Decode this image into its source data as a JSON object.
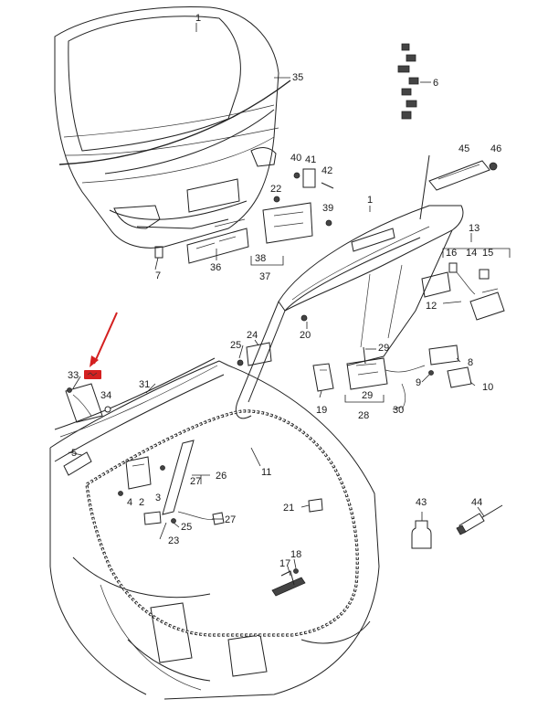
{
  "diagram": {
    "part_labels": [
      {
        "id": "p1a",
        "text": "1"
      },
      {
        "id": "p35",
        "text": "35"
      },
      {
        "id": "p6",
        "text": "6"
      },
      {
        "id": "p40",
        "text": "40"
      },
      {
        "id": "p41",
        "text": "41"
      },
      {
        "id": "p42",
        "text": "42"
      },
      {
        "id": "p45",
        "text": "45"
      },
      {
        "id": "p46",
        "text": "46"
      },
      {
        "id": "p22",
        "text": "22"
      },
      {
        "id": "p39",
        "text": "39"
      },
      {
        "id": "p1b",
        "text": "1"
      },
      {
        "id": "p13",
        "text": "13"
      },
      {
        "id": "p38",
        "text": "38"
      },
      {
        "id": "p36",
        "text": "36"
      },
      {
        "id": "p37",
        "text": "37"
      },
      {
        "id": "p7",
        "text": "7"
      },
      {
        "id": "p16",
        "text": "16"
      },
      {
        "id": "p14",
        "text": "14"
      },
      {
        "id": "p15",
        "text": "15"
      },
      {
        "id": "p12",
        "text": "12"
      },
      {
        "id": "p20",
        "text": "20"
      },
      {
        "id": "p24",
        "text": "24"
      },
      {
        "id": "p25a",
        "text": "25"
      },
      {
        "id": "p29a",
        "text": "29"
      },
      {
        "id": "p8",
        "text": "8"
      },
      {
        "id": "p33",
        "text": "33"
      },
      {
        "id": "p31",
        "text": "31"
      },
      {
        "id": "p34",
        "text": "34"
      },
      {
        "id": "p19",
        "text": "19"
      },
      {
        "id": "p29b",
        "text": "29"
      },
      {
        "id": "p9",
        "text": "9"
      },
      {
        "id": "p10",
        "text": "10"
      },
      {
        "id": "p28",
        "text": "28"
      },
      {
        "id": "p30",
        "text": "30"
      },
      {
        "id": "p5",
        "text": "5"
      },
      {
        "id": "p26",
        "text": "26"
      },
      {
        "id": "p27a",
        "text": "27"
      },
      {
        "id": "p11",
        "text": "11"
      },
      {
        "id": "p4",
        "text": "4"
      },
      {
        "id": "p2",
        "text": "2"
      },
      {
        "id": "p3",
        "text": "3"
      },
      {
        "id": "p21",
        "text": "21"
      },
      {
        "id": "p43",
        "text": "43"
      },
      {
        "id": "p44",
        "text": "44"
      },
      {
        "id": "p25b",
        "text": "25"
      },
      {
        "id": "p27b",
        "text": "27"
      },
      {
        "id": "p23",
        "text": "23"
      },
      {
        "id": "p17",
        "text": "17"
      },
      {
        "id": "p18",
        "text": "18"
      }
    ],
    "highlight_color": "#d42020",
    "arrow_color": "#d42020"
  }
}
